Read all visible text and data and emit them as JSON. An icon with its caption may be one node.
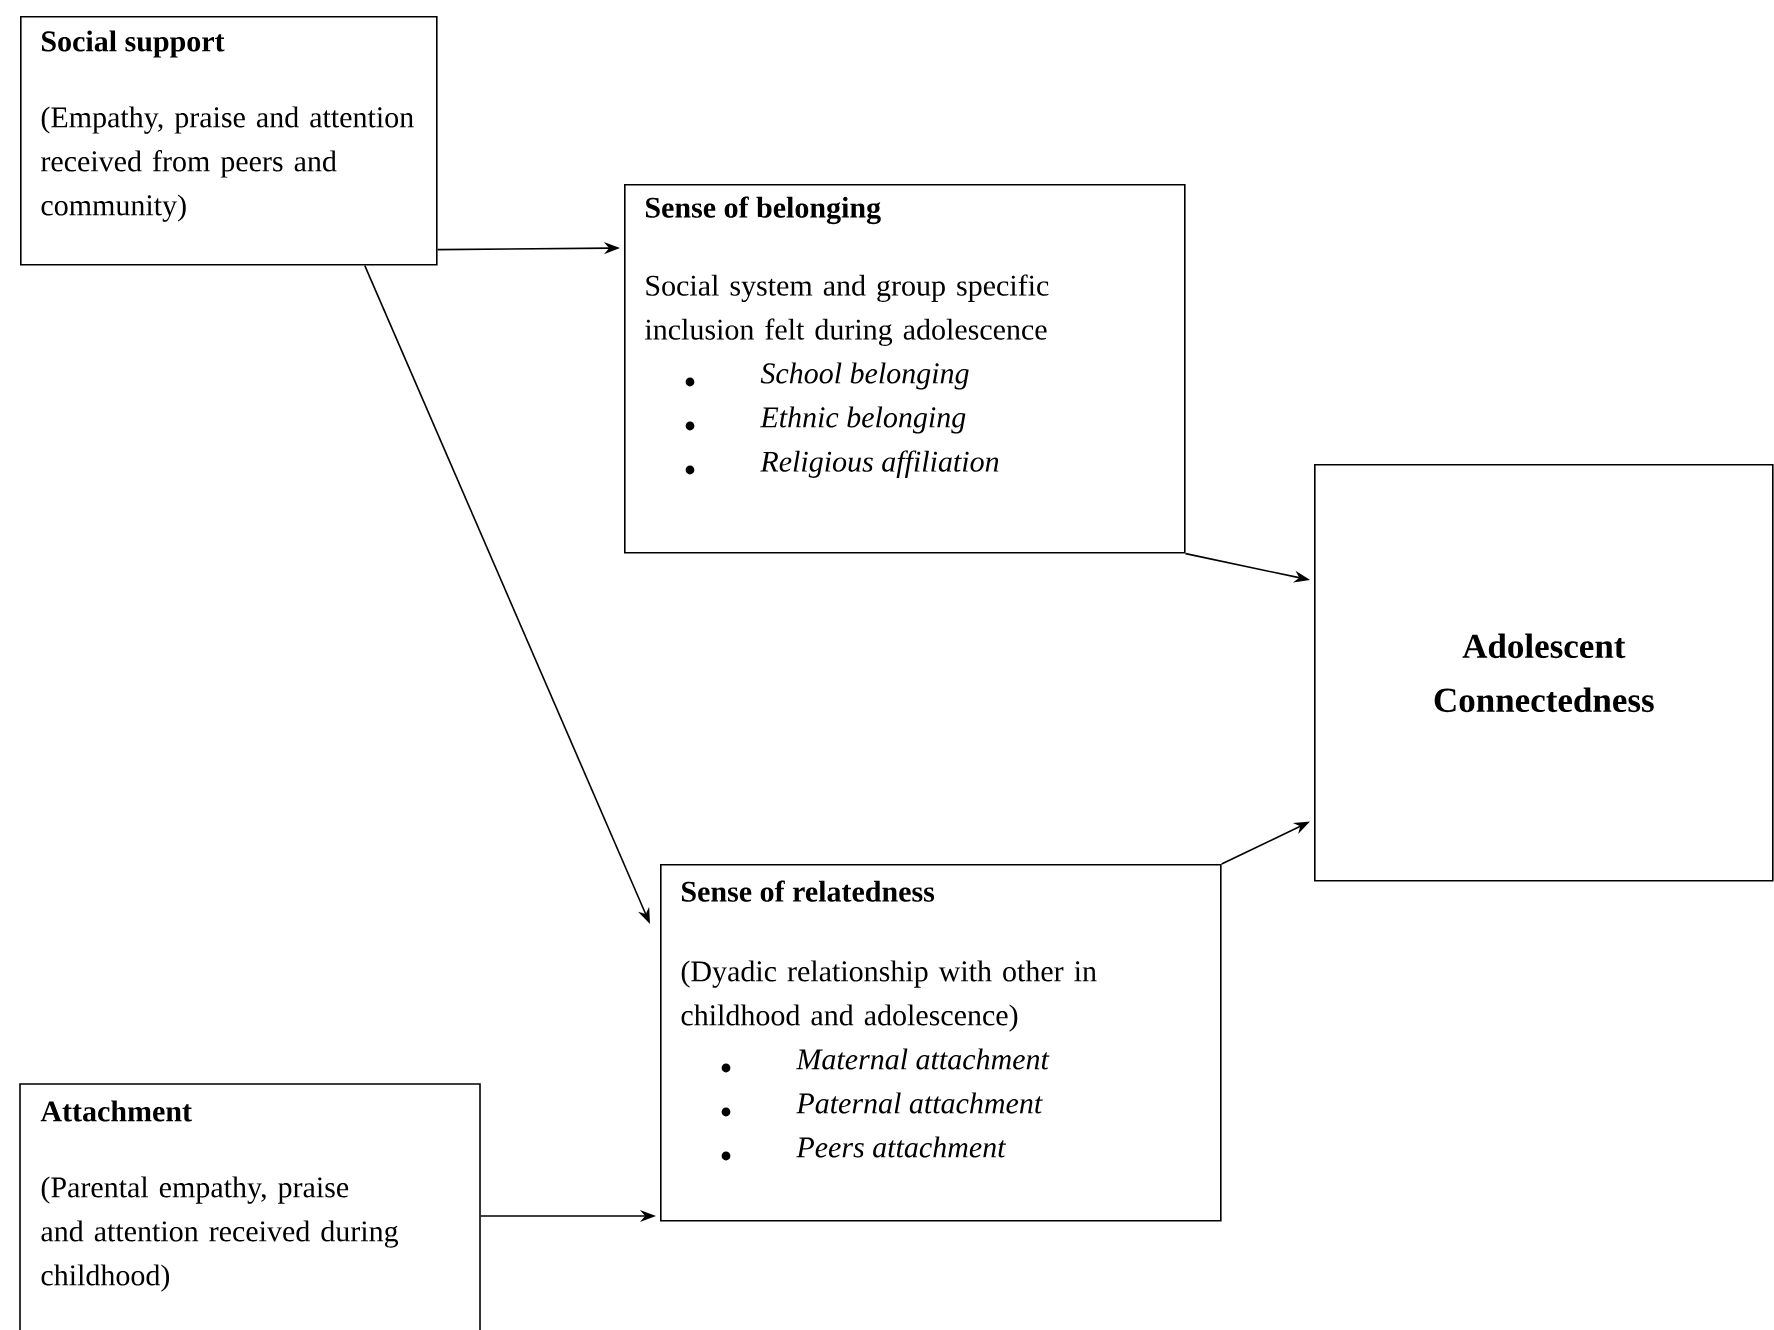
{
  "diagram": {
    "nodes": [
      {
        "text": [
          "Social support",
          "(Empathy, praise and attention received from peers and community)"
        ]
      },
      {
        "text": [
          "Sense of belonging",
          "Social system and group specific inclusion felt during adolescence",
          "School belonging",
          "Ethnic belonging",
          "Religious affiliation"
        ]
      },
      {
        "text": [
          "Adolescent Connectedness"
        ]
      },
      {
        "text": [
          "Sense of relatedness",
          "(Dyadic relationship with other in childhood and adolescence)",
          "Maternal attachment",
          "Paternal attachment",
          "Peers attachment"
        ]
      },
      {
        "text": [
          "Attachment",
          "(Parental empathy, praise and attention received during childhood)"
        ]
      }
    ],
    "edges": [
      {
        "from": 0,
        "to": 1,
        "arrow": "to"
      },
      {
        "from": 0,
        "to": 3,
        "arrow": "to"
      },
      {
        "from": 1,
        "to": 2,
        "arrow": "to"
      },
      {
        "from": 3,
        "to": 2,
        "arrow": "to"
      },
      {
        "from": 4,
        "to": 3,
        "arrow": "to"
      }
    ]
  }
}
